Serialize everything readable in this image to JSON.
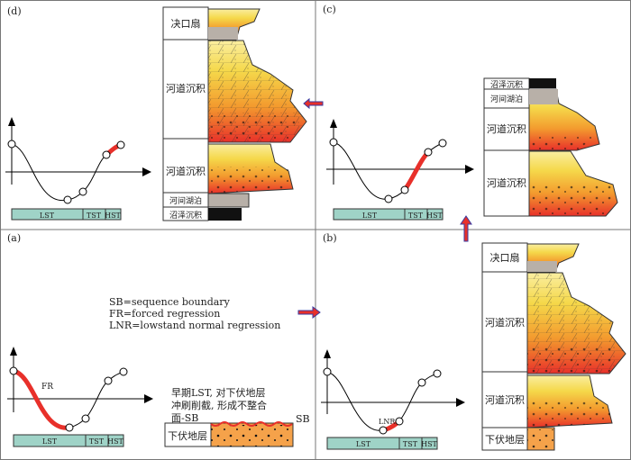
{
  "panels": {
    "d": {
      "label": "(d)",
      "units": [
        "决口扇",
        "河道沉积",
        "河道沉积",
        "河间湖泊",
        "沼泽沉积"
      ],
      "tracts": [
        "LST",
        "TST",
        "HST"
      ]
    },
    "c": {
      "label": "(c)",
      "units": [
        "沼泽沉积",
        "河间湖泊",
        "河道沉积",
        "河道沉积"
      ],
      "tracts": [
        "LST",
        "TST",
        "HST"
      ]
    },
    "a": {
      "label": "(a)",
      "curve_label": "FR",
      "tracts": [
        "LST",
        "TST",
        "HST"
      ],
      "legend": [
        "SB=sequence boundary",
        "FR=forced regression",
        "LNR=lowstand normal regression"
      ],
      "caption": [
        "早期LST, 对下伏地层",
        "冲刷削截, 形成不整合",
        "面-SB"
      ],
      "base_unit": "下伏地层",
      "sb_label": "SB"
    },
    "b": {
      "label": "(b)",
      "curve_label": "LNR",
      "units": [
        "决口扇",
        "河道沉积",
        "河道沉积",
        "下伏地层"
      ],
      "tracts": [
        "LST",
        "TST",
        "HST"
      ]
    }
  },
  "colors": {
    "tract_fill": "#9fd3c7",
    "highlight": "#e8302a",
    "arrow_fill": "#e8302a",
    "arrow_stroke": "#3a3aa0"
  }
}
